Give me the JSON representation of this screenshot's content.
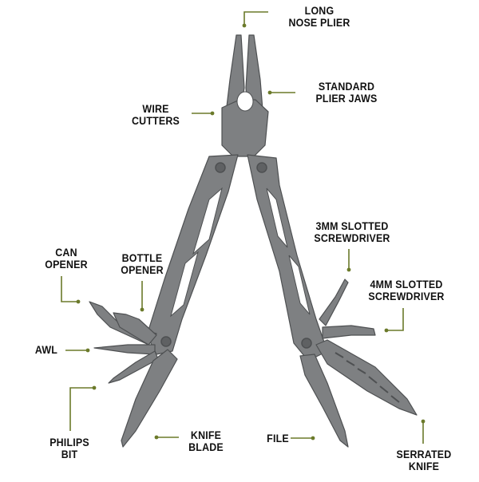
{
  "colors": {
    "tool_body": "#7e8082",
    "tool_dark": "#5f6163",
    "tool_edge": "#4e5052",
    "leader": "#6b7a2a",
    "label_text": "#111111"
  },
  "labels": {
    "long_nose": [
      "LONG",
      "NOSE PLIER"
    ],
    "standard_jaws": [
      "STANDARD",
      "PLIER JAWS"
    ],
    "wire_cutters": [
      "WIRE",
      "CUTTERS"
    ],
    "slotted_3mm": [
      "3MM SLOTTED",
      "SCREWDRIVER"
    ],
    "slotted_4mm": [
      "4MM SLOTTED",
      "SCREWDRIVER"
    ],
    "can_opener": [
      "CAN",
      "OPENER"
    ],
    "bottle_opener": [
      "BOTTLE",
      "OPENER"
    ],
    "awl": [
      "AWL"
    ],
    "philips_bit": [
      "PHILIPS",
      "BIT"
    ],
    "knife_blade": [
      "KNIFE",
      "BLADE"
    ],
    "file": [
      "FILE"
    ],
    "serrated_knife": [
      "SERRATED",
      "KNIFE"
    ]
  }
}
